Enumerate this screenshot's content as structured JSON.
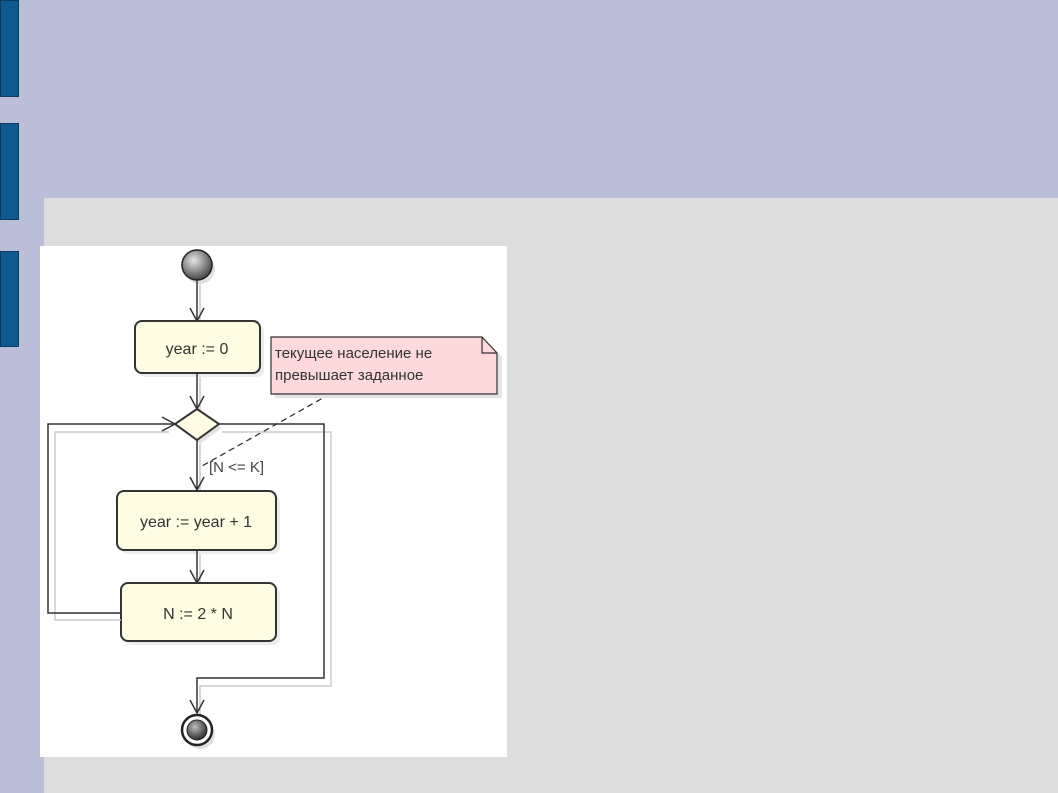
{
  "colors": {
    "header_band": "#babed9",
    "content_background": "#dddddd",
    "side_marker": "#0f5a91",
    "diagram_background": "#ffffff",
    "action_fill": "#fefde4",
    "decision_fill": "#fefde4",
    "note_fill": "#fdd9dc",
    "line": "#333333"
  },
  "slide": {
    "side_markers": [
      "marker",
      "marker",
      "marker"
    ]
  },
  "diagram": {
    "actions": {
      "init": "year := 0",
      "increment": "year := year + 1",
      "double": "N := 2 * N"
    },
    "guard": "[N <= K]",
    "note": {
      "line1": "текущее население не",
      "line2": "превышает заданное"
    }
  }
}
